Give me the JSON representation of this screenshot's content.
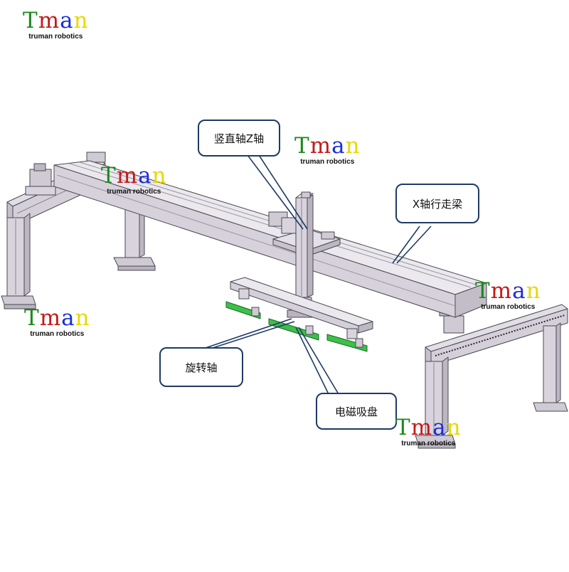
{
  "brand": {
    "name_letters": [
      "T",
      "m",
      "a",
      "n"
    ],
    "letter_colors": [
      "#1a8a1a",
      "#c41a1a",
      "#1a2ed6",
      "#e8d800"
    ],
    "tagline": "truman robotics"
  },
  "labels": {
    "z_axis": "竖直轴Z轴",
    "x_beam": "X轴行走梁",
    "rotation_axis": "旋转轴",
    "magnetic_chuck": "电磁吸盘"
  },
  "colors": {
    "steel_light": "#e6e3ea",
    "steel_mid": "#d4cfd8",
    "steel_dark": "#b9b3c0",
    "outline": "#4a4a52",
    "magnet_green": "#3cc04a",
    "callout_border": "#1e3a66"
  }
}
